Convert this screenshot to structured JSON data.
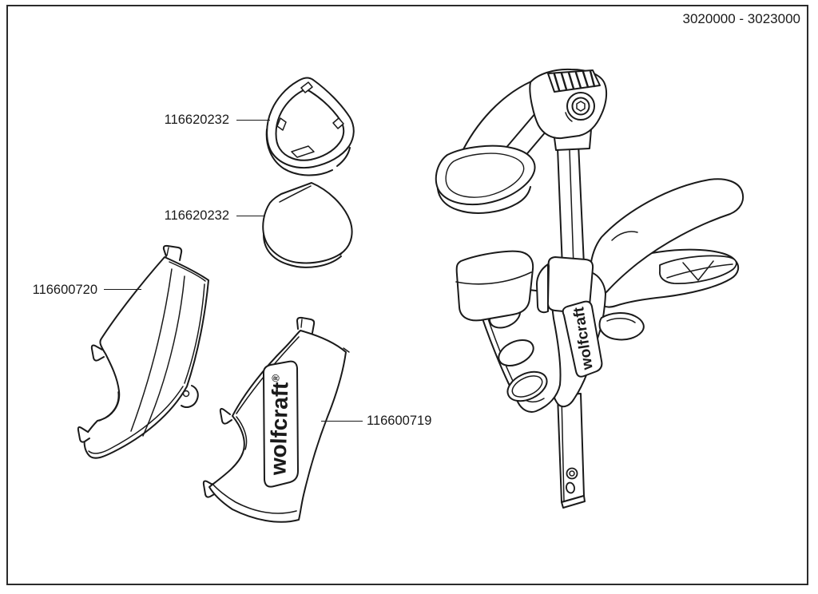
{
  "header": {
    "article_range": "3020000 - 3023000"
  },
  "brand": {
    "logo_text": "wolfcraft",
    "registered_mark": "®"
  },
  "parts": [
    {
      "id": "116620232"
    },
    {
      "id": "116620232"
    },
    {
      "id": "116600720"
    },
    {
      "id": "116600719"
    }
  ],
  "colors": {
    "line": "#1a1a1a",
    "background": "#ffffff"
  }
}
